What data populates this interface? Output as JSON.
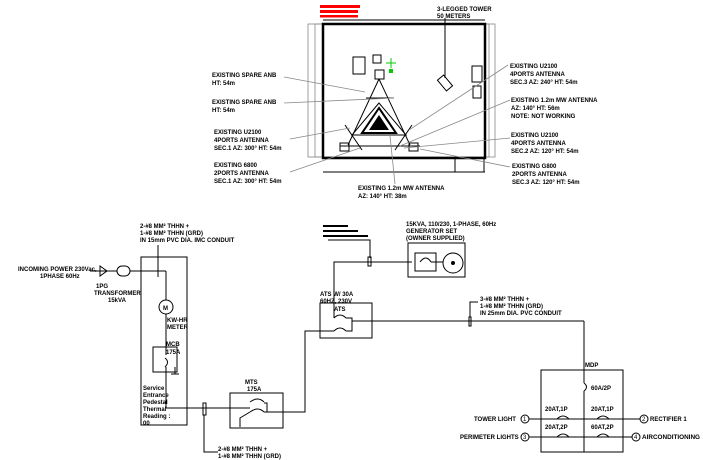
{
  "plan": {
    "tower_title": [
      "3-LEGGED TOWER",
      "50 METERS"
    ],
    "labels": {
      "spare_anb_1": [
        "EXISTING SPARE ANB",
        "HT: 54m"
      ],
      "spare_anb_2": [
        "EXISTING SPARE ANB",
        "HT: 54m"
      ],
      "u2100_sec1": [
        "EXISTING U2100",
        "4PORTS ANTENNA",
        "SEC.1   AZ: 300° HT: 54m"
      ],
      "g800_sec1": [
        "EXISTING 6800",
        "2PORTS ANTENNA",
        "SEC.1   AZ: 300° HT: 54m"
      ],
      "u2100_sec3": [
        "EXISTING U2100",
        "4PORTS ANTENNA",
        "SEC.3  AZ: 240° HT: 54m"
      ],
      "mw_not_working": [
        "EXISTING 1.2m MW ANTENNA",
        "AZ: 140° HT: 56m",
        "NOTE: NOT WORKING"
      ],
      "u2100_sec2": [
        "EXISTING U2100",
        "4PORTS ANTENNA",
        "SEC.2   AZ: 120° HT: 54m"
      ],
      "g800_sec3": [
        "EXISTING G800",
        "2PORTS ANTENNA",
        "SEC.3   AZ: 120° HT: 54m"
      ],
      "mw_bottom": [
        "EXISTING 1.2m MW ANTENNA",
        "AZ: 140° HT: 38m"
      ]
    },
    "colors": {
      "title_bars": "#ff0000",
      "marker": "#00cc00"
    }
  },
  "schematic": {
    "incoming": [
      "INCOMING POWER 230Vac,",
      "1PHASE 60Hz"
    ],
    "transformer": [
      "1PG",
      "TRANSFORMER",
      "15kVA"
    ],
    "conduit_top": [
      "2-#8 MM² THHN +",
      "1-#8 MM² THHN (GRD)",
      "IN 15mm PVC DIA. IMC CONDUIT"
    ],
    "meter_symbol": "M",
    "meter": [
      "KW-HR",
      "METER"
    ],
    "mcb": [
      "MCB",
      "175A"
    ],
    "panel_note": [
      "Service",
      "Entrance",
      "Pedestal",
      "Thermal",
      "Reading :",
      "00"
    ],
    "mts": [
      "MTS",
      "175A"
    ],
    "conduit_bottom": [
      "2-#8 MM² THHN +",
      "1-#8 MM² THHN (GRD)"
    ],
    "ats": [
      "ATS W/ 30A",
      "60HZ, 230V"
    ],
    "ats_inner": "ATS",
    "generator": [
      "15KVA, 110/230, 1-PHASE, 60Hz",
      "GENERATOR SET",
      "(OWNER SUPPLIED)"
    ],
    "conduit_right": [
      "3-#8 MM² THHN +",
      "1-#8 MM² THHN (GRD)",
      "IN 25mm DIA. PVC CONDUIT"
    ],
    "mdp": "MDP",
    "mdp_main": "60A/2P",
    "breakers": [
      "20AT,1P",
      "20AT,1P",
      "20AT,2P",
      "60AT,2P"
    ],
    "loads": [
      {
        "num": "1",
        "label": "TOWER LIGHT"
      },
      {
        "num": "2",
        "label": "RECTIFIER 1"
      },
      {
        "num": "3",
        "label": "PERIMETER LIGHTS"
      },
      {
        "num": "4",
        "label": "AIRCONDITIONING"
      }
    ]
  }
}
